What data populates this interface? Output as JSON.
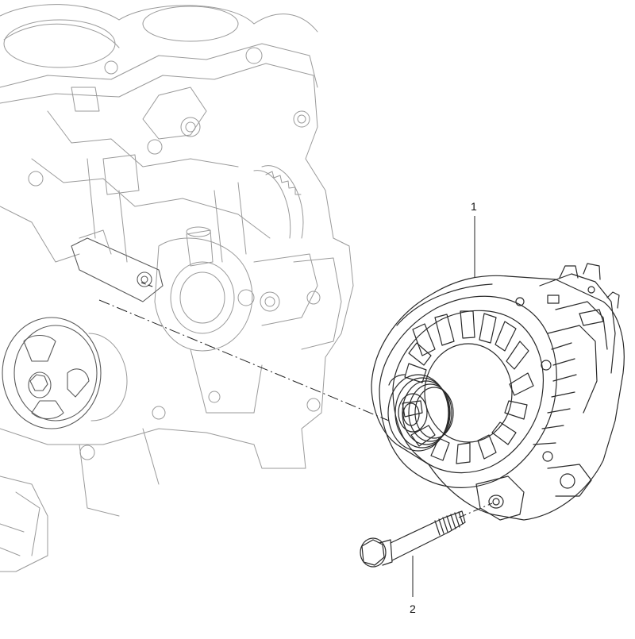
{
  "callouts": [
    {
      "id": "1",
      "text": "1",
      "part": "alternator"
    },
    {
      "id": "2",
      "text": "2",
      "part": "mounting-bolt"
    }
  ],
  "colors": {
    "background": "#ffffff",
    "line_dark": "#2a2a2a",
    "line_faint": "#9a9a9a"
  }
}
